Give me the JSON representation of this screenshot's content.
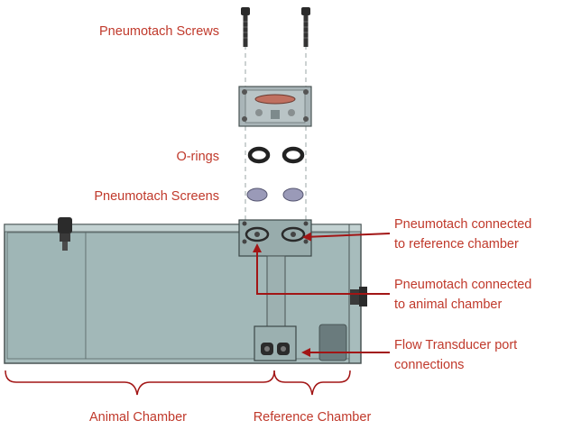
{
  "labels": {
    "pneumotach_screws": "Pneumotach Screws",
    "o_rings": "O-rings",
    "pneumotach_screens": "Pneumotach Screens",
    "pneumotach_reference_line1": "Pneumotach connected",
    "pneumotach_reference_line2": "to reference chamber",
    "pneumotach_animal_line1": "Pneumotach connected",
    "pneumotach_animal_line2": "to animal chamber",
    "flow_transducer_line1": "Flow Transducer port",
    "flow_transducer_line2": "connections",
    "animal_chamber": "Animal Chamber",
    "reference_chamber": "Reference Chamber"
  },
  "colors": {
    "label_red": "#c0392b",
    "arrow_red": "#a21515",
    "chamber_fill": "#a7bcbc",
    "chamber_stroke": "#4a5555",
    "part_dark": "#2a2a2a",
    "screen_fill": "#9a9ab8"
  }
}
